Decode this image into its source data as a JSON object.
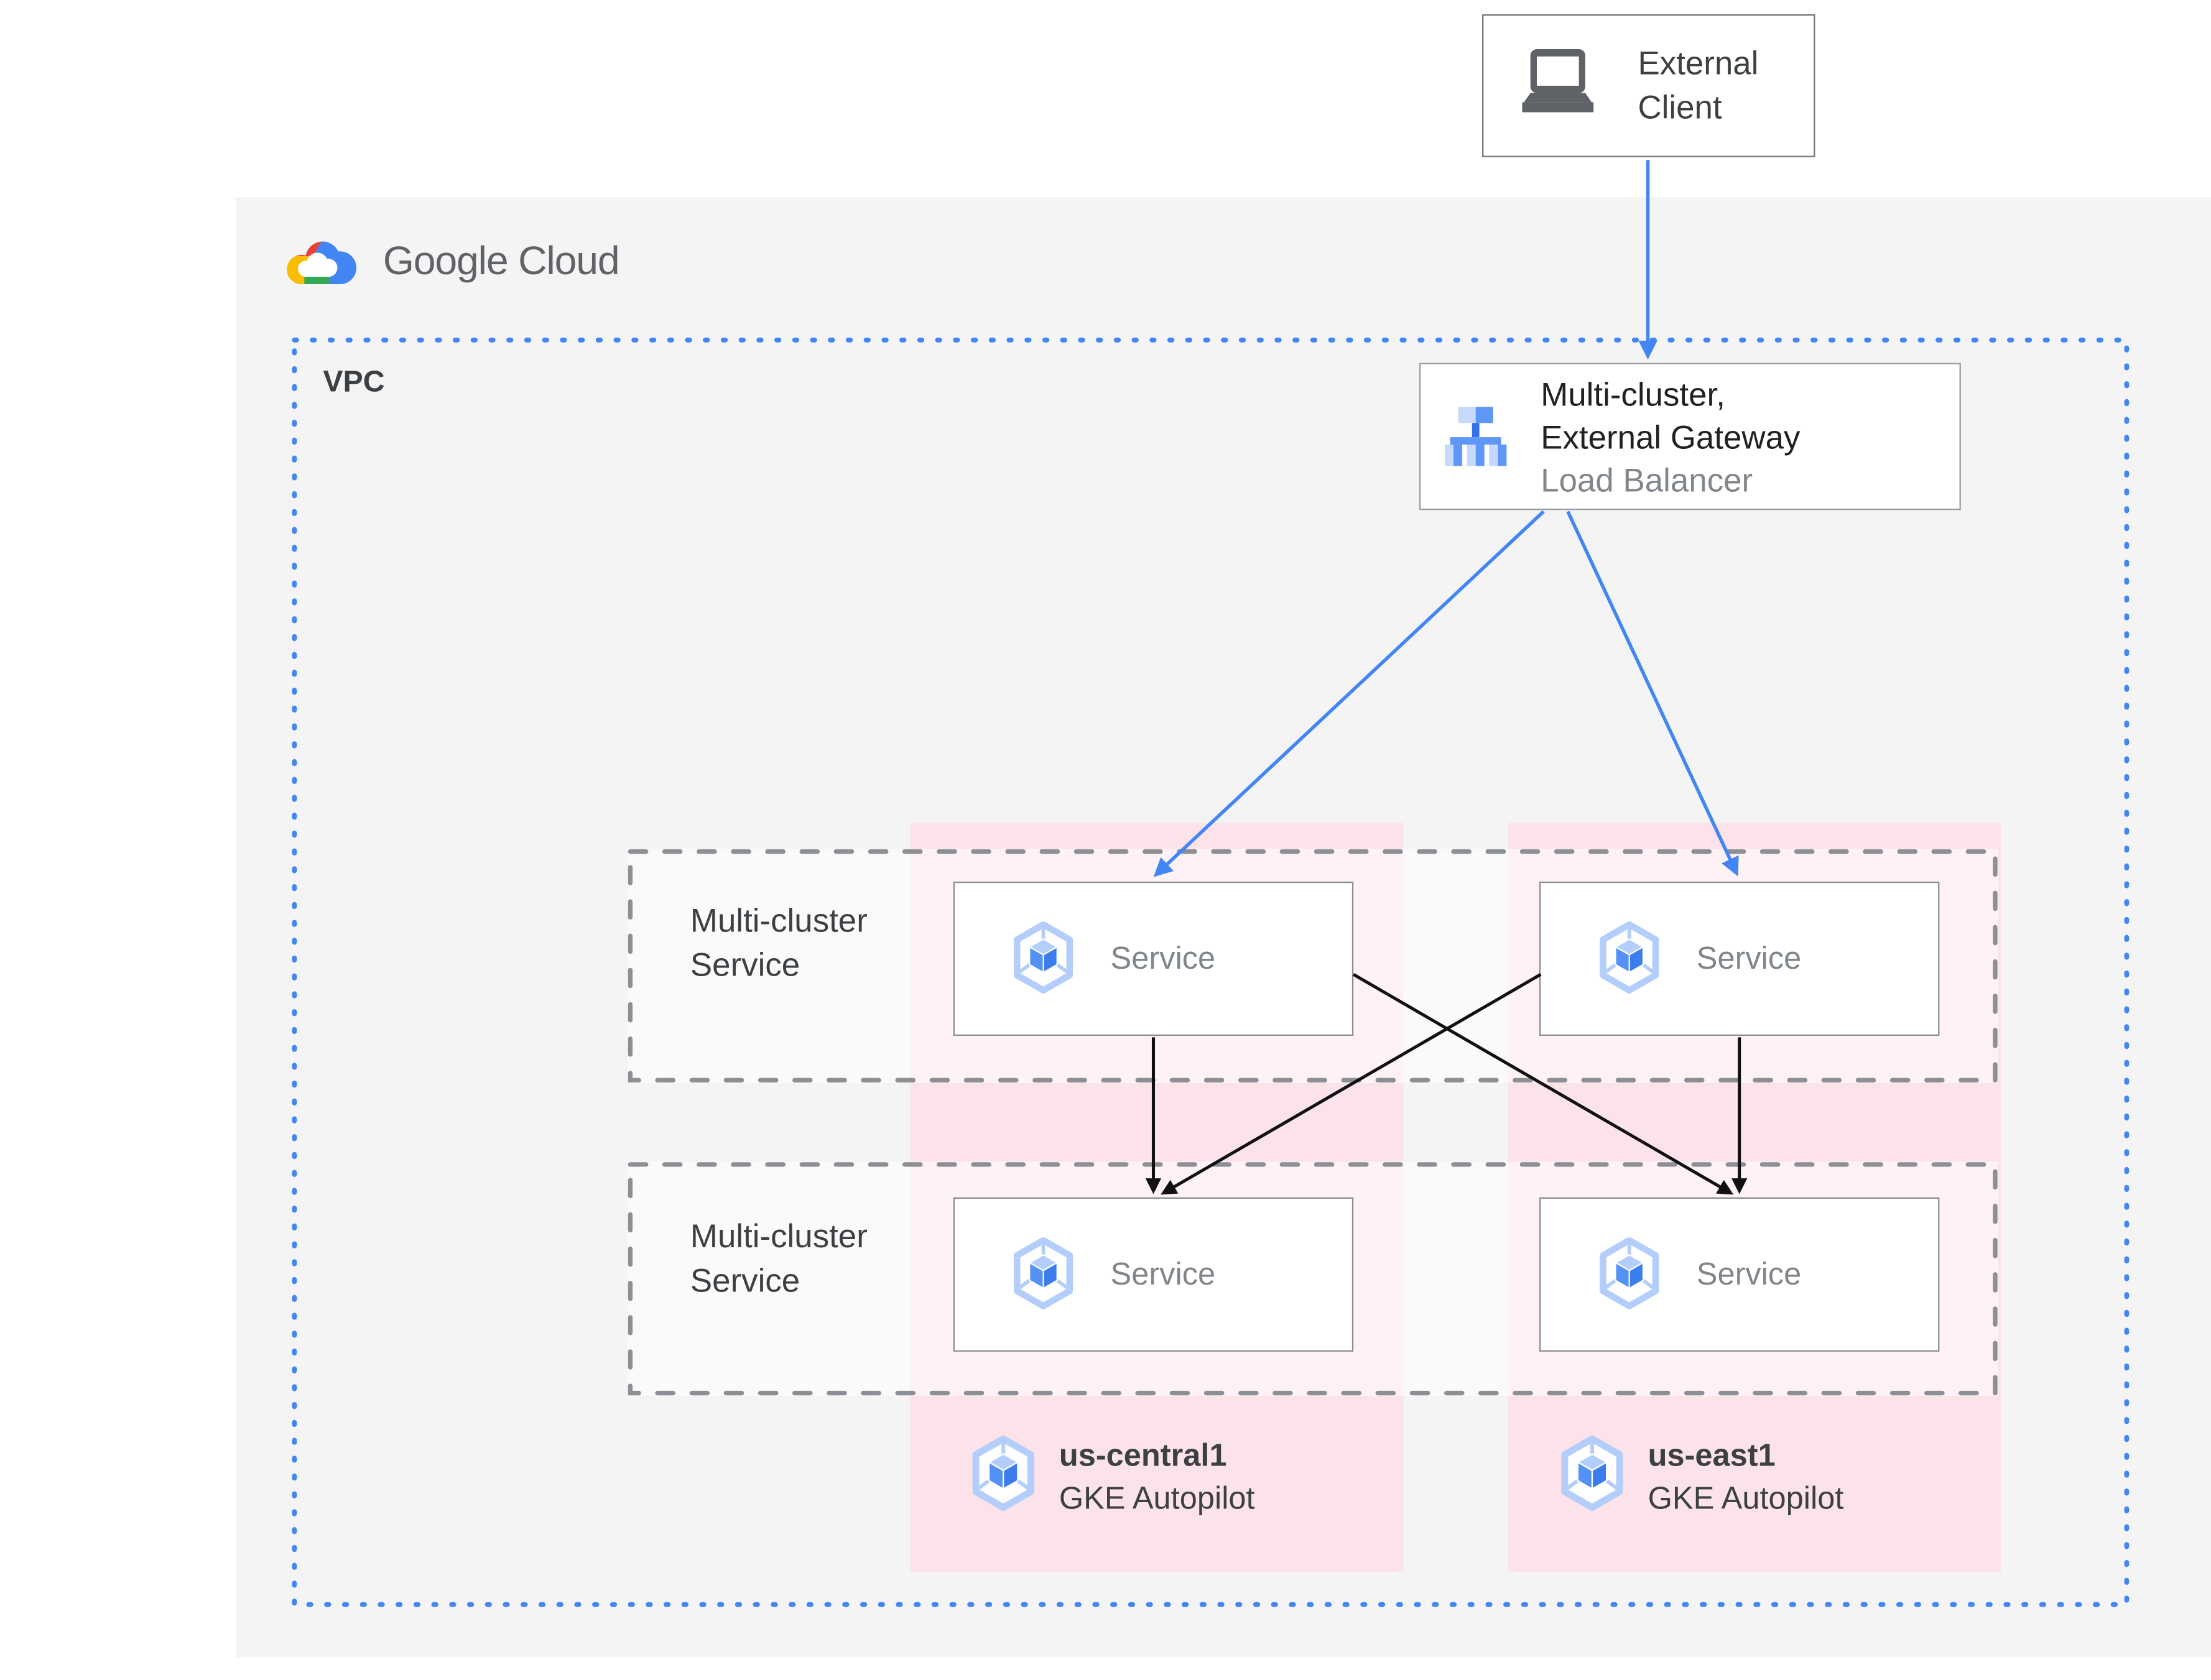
{
  "colors": {
    "accent_blue": "#4285f4",
    "canvas_gray": "#f4f4f5",
    "cluster_pink": "#fce3ea",
    "dash_gray": "#8c8f94",
    "text_dark": "#3c4043",
    "text_gray": "#80868b",
    "logo_gray": "#5f6368",
    "icon_gray": "#5f6368",
    "lb_light": "#c6d8fb",
    "lb_med": "#5e97f6",
    "lb_dark": "#3472e9",
    "gke_light": "#b3cefb",
    "gke_face_left": "#5491f5",
    "gke_face_right": "#3b7ded",
    "logo_red": "#ea4335",
    "logo_blue": "#4285f4",
    "logo_yellow": "#fbbc04",
    "logo_green": "#34a853"
  },
  "logo": {
    "text": "Google Cloud"
  },
  "external_client": {
    "label": "External Client"
  },
  "vpc": {
    "label": "VPC"
  },
  "gateway": {
    "title1": "Multi-cluster,",
    "title2": "External Gateway",
    "subtitle": "Load Balancer"
  },
  "service_bands": [
    {
      "label": "Multi-cluster Service"
    },
    {
      "label": "Multi-cluster Service"
    }
  ],
  "services": [
    {
      "label": "Service"
    },
    {
      "label": "Service"
    },
    {
      "label": "Service"
    },
    {
      "label": "Service"
    }
  ],
  "clusters": [
    {
      "region": "us-central1",
      "platform": "GKE Autopilot"
    },
    {
      "region": "us-east1",
      "platform": "GKE Autopilot"
    }
  ]
}
